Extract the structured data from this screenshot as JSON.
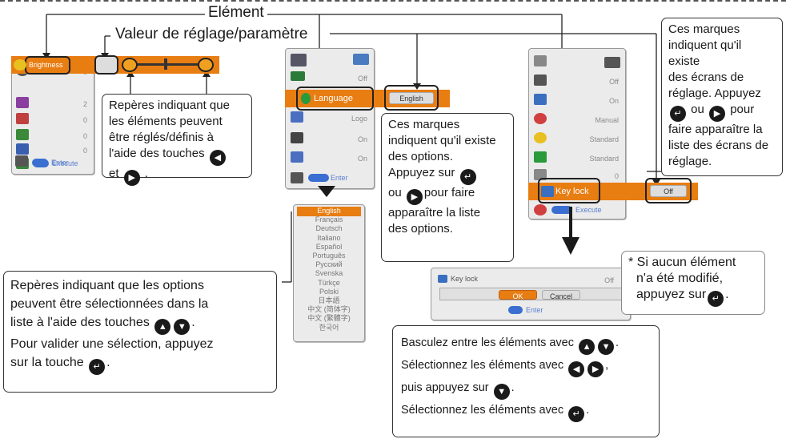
{
  "labels": {
    "element": "Elément",
    "setting_value": "Valeur de réglage/paramètre"
  },
  "left_menu": {
    "highlight": "Brightness",
    "values": [
      "0",
      "2",
      "0",
      "0",
      "0"
    ],
    "execute": "Execute",
    "enter": "Enter"
  },
  "middle_menu": {
    "values": [
      "Off",
      "Logo",
      "On",
      "On"
    ],
    "highlight": "Language",
    "highlight_value": "English",
    "enter": "Enter"
  },
  "languages": [
    "English",
    "Français",
    "Deutsch",
    "Italiano",
    "Español",
    "Português",
    "Русский",
    "Svenska",
    "Türkçe",
    "Polski",
    "日本語",
    "中文 (简体字)",
    "中文 (繁體字)",
    "한국어"
  ],
  "right_menu": {
    "values": [
      "Off",
      "On",
      "Manual",
      "Standard",
      "Standard",
      "0"
    ],
    "highlight": "Key lock",
    "highlight_value": "Off",
    "execute": "Execute"
  },
  "dialog": {
    "title": "Key lock",
    "value": "Off",
    "ok": "OK",
    "cancel": "Cancel",
    "enter": "Enter"
  },
  "callouts": {
    "reperes_left": [
      "Repères indiquant que",
      "les éléments peuvent",
      "être réglés/définis à",
      "l'aide des touches",
      "et",
      "."
    ],
    "options_middle": [
      "Ces marques",
      "indiquent qu'il existe",
      "des options.",
      "Appuyez sur",
      "ou",
      "pour faire",
      "apparaître la liste",
      "des options."
    ],
    "screens_right": [
      "Ces marques",
      "indiquent qu'il existe",
      "des écrans de",
      "réglage. Appuyez",
      "ou",
      "pour",
      "faire apparaître la",
      "liste des écrans de",
      "réglage."
    ],
    "reperes_bottom": [
      "Repères indiquant que les options",
      "peuvent être sélectionnées dans la",
      "liste à l'aide des touches",
      ".",
      "Pour valider une sélection, appuyez",
      "sur la touche",
      "."
    ],
    "note": [
      "* Si aucun élément",
      "n'a été modifié,",
      "appuyez sur",
      "."
    ],
    "bottom_instructions": [
      "Basculez entre les éléments avec",
      ".",
      "Sélectionnez les éléments avec",
      ",",
      "puis appuyez sur",
      ".",
      "Sélectionnez les éléments avec",
      "."
    ]
  },
  "colors": {
    "highlight": "#e87d12",
    "button_blue": "#3a6fd1",
    "panel": "#ebebeb"
  }
}
